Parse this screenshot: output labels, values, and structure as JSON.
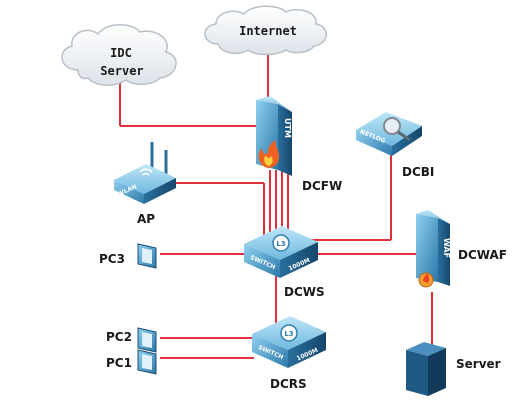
{
  "diagram": {
    "internet_label": "Internet",
    "idc_label_line1": "IDC",
    "idc_label_line2": "Server",
    "dcfw_label": "DCFW",
    "utm_text": "UTM",
    "netlog_text": "NETLOG",
    "dcbi_label": "DCBI",
    "wlan_text": "WLAN",
    "ap_label": "AP",
    "pc3_label": "PC3",
    "dcws_label": "DCWS",
    "switch_text": "SWITCH",
    "speed_text": "1000M",
    "l3_text": "L3",
    "waf_text": "WAF",
    "dcwaf_label": "DCWAF",
    "pc2_label": "PC2",
    "pc1_label": "PC1",
    "dcrs_label": "DCRS",
    "server_label": "Server"
  },
  "colors": {
    "link": "#e0303a",
    "device_blue": "#2e7fb0",
    "device_light": "#7cc3e6",
    "server_dark": "#1a4d73",
    "cloud_stroke": "#b8c0c8"
  }
}
